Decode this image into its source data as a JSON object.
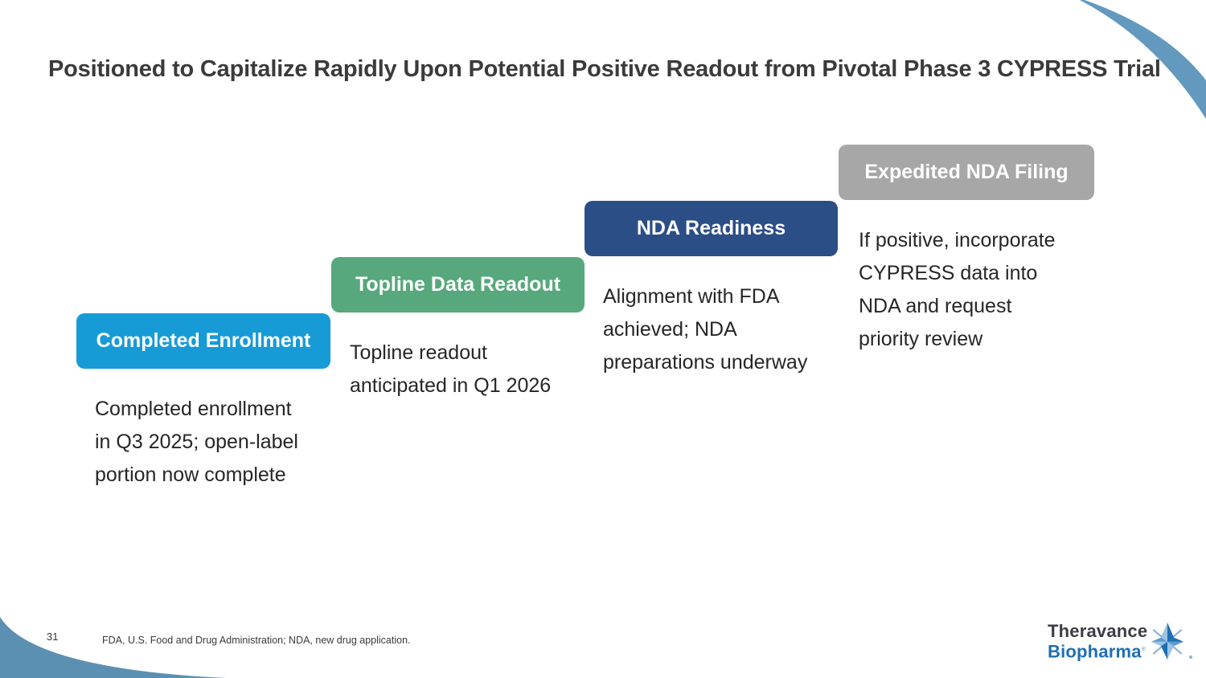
{
  "slide": {
    "title": "Positioned to Capitalize Rapidly Upon Potential Positive Readout from Pivotal Phase 3 CYPRESS Trial",
    "page_number": "31",
    "footnote": "FDA, U.S. Food and Drug Administration; NDA, new drug application."
  },
  "steps": [
    {
      "label": "Completed Enrollment",
      "color": "#179bd7",
      "body_lines": [
        "Completed enrollment",
        "in Q3 2025; open-label",
        "portion now complete"
      ]
    },
    {
      "label": "Topline Data Readout",
      "color": "#57a87c",
      "body_lines": [
        "Topline readout",
        "anticipated in Q1 2026"
      ]
    },
    {
      "label": "NDA Readiness",
      "color": "#2c4e87",
      "body_lines": [
        "Alignment with FDA",
        "achieved; NDA",
        "preparations underway"
      ]
    },
    {
      "label": "Expedited NDA Filing",
      "color": "#a7a7a7",
      "body_lines": [
        "If positive, incorporate",
        "CYPRESS data into",
        "NDA and request",
        "priority review"
      ]
    }
  ],
  "logo": {
    "name_line1": "Theravance",
    "name_line2": "Biopharma",
    "registered_mark": "®"
  },
  "colors": {
    "accent_swoosh_top": "#6399be",
    "accent_swoosh_bottom": "#5c90b2",
    "logo_blue": "#1f6fb3",
    "logo_light_blue": "#9cc4e4",
    "title_text": "#3b3b3b"
  }
}
